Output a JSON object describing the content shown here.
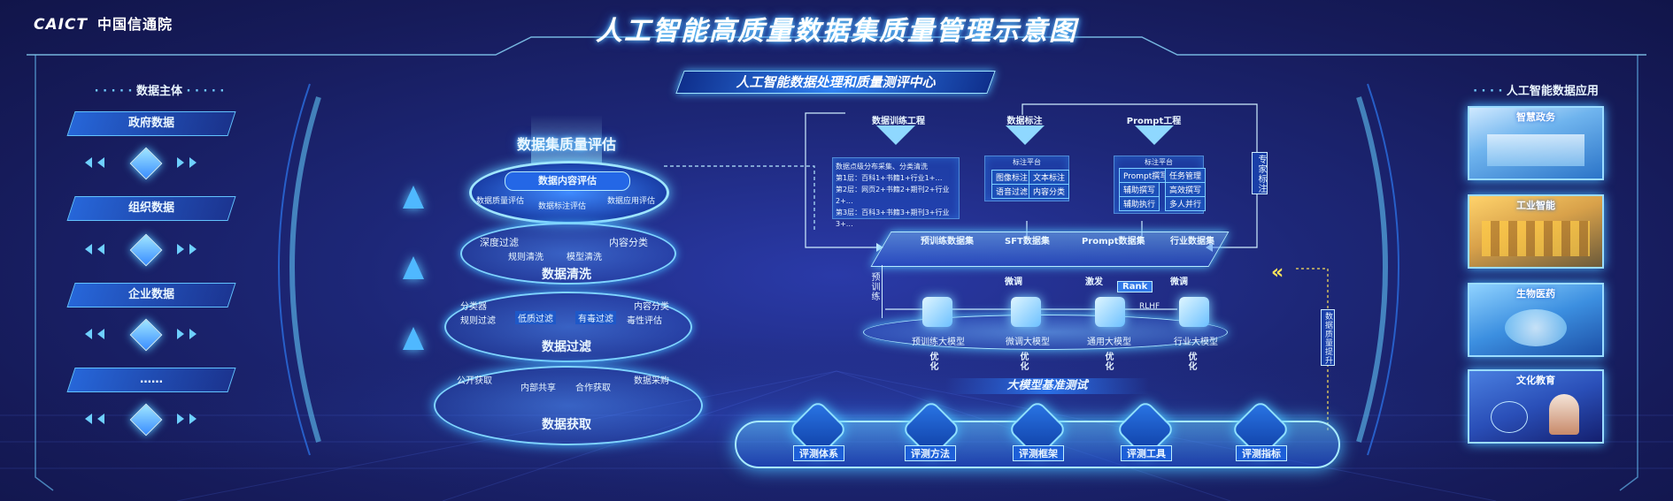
{
  "header": {
    "logo_latin": "CAICT",
    "logo_cn": "中国信通院",
    "title": "人工智能高质量数据集质量管理示意图",
    "center_banner": "人工智能数据处理和质量测评中心"
  },
  "left_panel": {
    "title": "数据主体",
    "sources": [
      "政府数据",
      "组织数据",
      "企业数据",
      "……"
    ]
  },
  "right_panel": {
    "title": "人工智能数据应用",
    "apps": [
      "智慧政务",
      "工业智能",
      "生物医药",
      "文化教育"
    ]
  },
  "pyramid": {
    "title": "数据集质量评估",
    "top_label": "数据内容评估",
    "top_ring_tags": [
      "数据质量评估",
      "数据标注评估",
      "数据应用评估"
    ],
    "layers": [
      {
        "name": "数据清洗",
        "tags": [
          "深度过滤",
          "规则清洗",
          "模型清洗",
          "内容分类"
        ]
      },
      {
        "name": "数据过滤",
        "tags": [
          "分类器",
          "规则过滤",
          "低质过滤",
          "有毒过滤",
          "毒性评估",
          "内容分类"
        ]
      },
      {
        "name": "数据获取",
        "tags": [
          "公开获取",
          "内部共享",
          "合作获取",
          "数据采购"
        ]
      }
    ]
  },
  "process": {
    "columns": [
      {
        "title": "数据训练工程",
        "lines": [
          "数据点级分布采集、分类清洗",
          "第1层：百科1+书籍1+行业1+…",
          "第2层：网页2+书籍2+期刊2+行业2+…",
          "第3层：百科3+书籍3+期刊3+行业3+…"
        ]
      },
      {
        "title": "数据标注",
        "platform": "标注平台",
        "chips": [
          "图像标注",
          "文本标注",
          "语音过滤",
          "内容分类"
        ]
      },
      {
        "title": "Prompt工程",
        "platform": "标注平台",
        "chips": [
          "Prompt撰写",
          "任务管理",
          "辅助撰写",
          "高效撰写",
          "辅助执行",
          "多人并行"
        ]
      }
    ],
    "side_label": "专家标注",
    "datasets": [
      "预训练数据集",
      "SFT数据集",
      "Prompt数据集",
      "行业数据集"
    ],
    "left_vertical": "预训练",
    "actions": [
      "微调",
      "激发",
      "微调"
    ],
    "rank": "Rank",
    "rlhf": "RLHF",
    "models": [
      "预训练大模型",
      "微调大模型",
      "通用大模型",
      "行业大模型"
    ],
    "optimize": [
      "优化",
      "优化",
      "优化",
      "优化"
    ],
    "feedback_label": "数据质量提升"
  },
  "evaluation": {
    "banner": "大模型基准测试",
    "items": [
      "评测体系",
      "评测方法",
      "评测框架",
      "评测工具",
      "评测指标"
    ]
  }
}
